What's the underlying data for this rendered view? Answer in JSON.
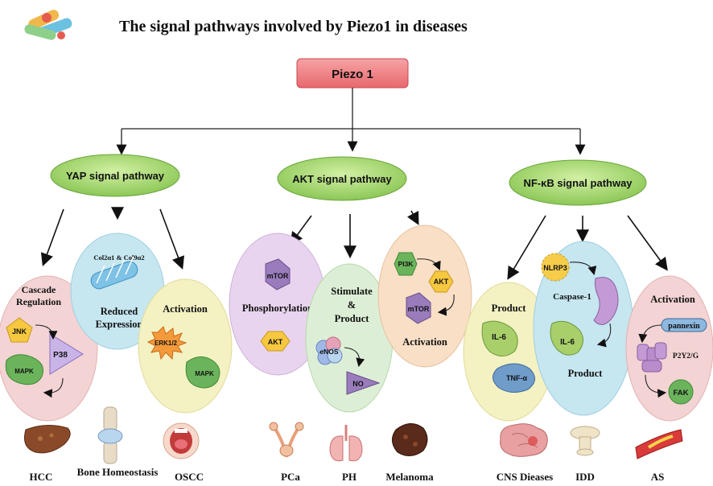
{
  "title": "The signal pathways involved by Piezo1 in diseases",
  "root": "Piezo 1",
  "pathways": {
    "yap": "YAP signal pathway",
    "akt": "AKT signal pathway",
    "nfkb": "NF-κB signal pathway"
  },
  "yap": {
    "cascade_title_1": "Cascade",
    "cascade_title_2": "Regulation",
    "jnk": "JNK",
    "p38": "P38",
    "mapk": "MAPK",
    "col": "Col2α1 & Col9α2",
    "reduced_1": "Reduced",
    "reduced_2": "Expression",
    "activation": "Activation",
    "erk": "ERK1/2",
    "mapk2": "MAPK"
  },
  "akt": {
    "mtor": "mTOR",
    "phosphorylation": "Phosphorylation",
    "akt": "AKT",
    "stim_1": "Stimulate",
    "stim_2": "&",
    "stim_3": "Product",
    "enos": "eNOS",
    "no": "NO",
    "pi3k": "PI3K",
    "akt2": "AKT",
    "mtor2": "mTOR",
    "activation": "Activation"
  },
  "nfkb": {
    "product": "Product",
    "il6": "IL-6",
    "tnf": "TNF-α",
    "nlrp3": "NLRP3",
    "caspase": "Caspase-1",
    "il6b": "IL-6",
    "product2": "Product",
    "activation": "Activation",
    "pannexin": "pannexin",
    "p2y": "P2Y2/G",
    "fak": "FAK"
  },
  "diseases": {
    "hcc": "HCC",
    "bone": "Bone Homeostasis",
    "oscc": "OSCC",
    "pca": "PCa",
    "ph": "PH",
    "melanoma": "Melanoma",
    "cns": "CNS  Dieases",
    "idd": "IDD",
    "as": "AS"
  },
  "colors": {
    "root_fill": "#f3888c",
    "pathway_fill": "#a8d86a",
    "pink": "#f3d3d3",
    "blue": "#c6e6f0",
    "yellow": "#f4f1c2",
    "purple": "#e9d4ef",
    "green": "#dcefd6",
    "peach": "#f8dfc6"
  },
  "icons": [
    "pill-cluster-icon",
    "liver-icon",
    "knee-joint-icon",
    "mouth-icon",
    "prostate-icon",
    "lungs-icon",
    "melanoma-icon",
    "brain-icon",
    "spine-disc-icon",
    "artery-icon"
  ]
}
